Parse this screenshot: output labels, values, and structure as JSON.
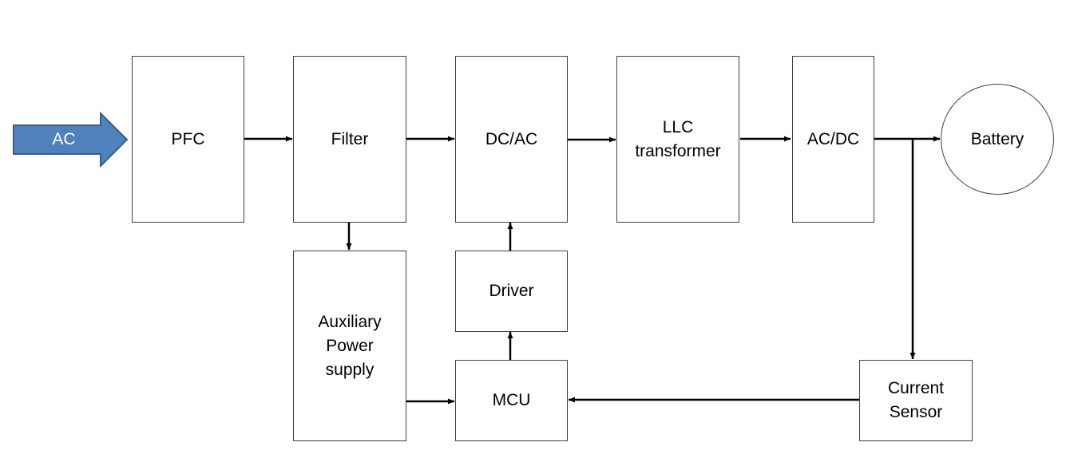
{
  "source": {
    "label": "AC",
    "fill": "#4F81BD",
    "stroke": "#385D8A"
  },
  "blocks": {
    "pfc": "PFC",
    "filter": "Filter",
    "dcac": "DC/AC",
    "llc": "LLC\ntransformer",
    "acdc": "AC/DC",
    "battery": "Battery",
    "aux": "Auxiliary\nPower\nsupply",
    "driver": "Driver",
    "mcu": "MCU",
    "sensor": "Current\nSensor"
  }
}
